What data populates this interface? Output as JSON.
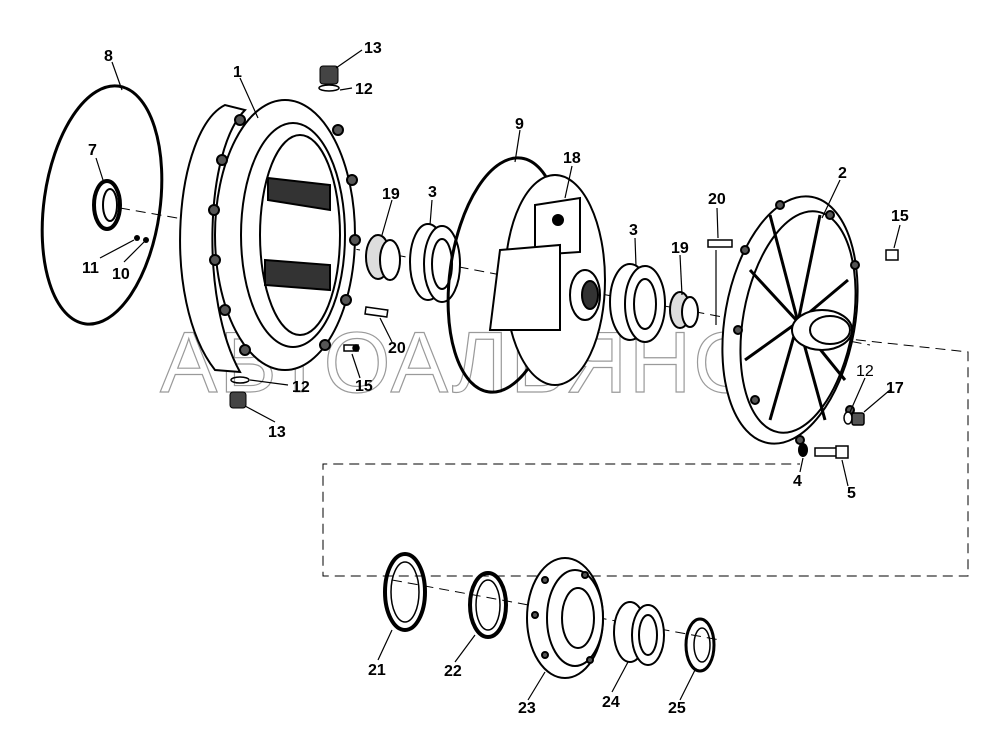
{
  "watermark": "АВТОАЛЬЯНС",
  "labels": {
    "l1": "1",
    "l2": "2",
    "l3a": "3",
    "l3b": "3",
    "l4": "4",
    "l5": "5",
    "l7": "7",
    "l8": "8",
    "l9": "9",
    "l10": "10",
    "l11": "11",
    "l12a": "12",
    "l12b": "12",
    "l12c": "12",
    "l13a": "13",
    "l13b": "13",
    "l15a": "15",
    "l15b": "15",
    "l17": "17",
    "l18": "18",
    "l19a": "19",
    "l19b": "19",
    "l20a": "20",
    "l20b": "20",
    "l21": "21",
    "l22": "22",
    "l23": "23",
    "l24": "24",
    "l25": "25"
  }
}
